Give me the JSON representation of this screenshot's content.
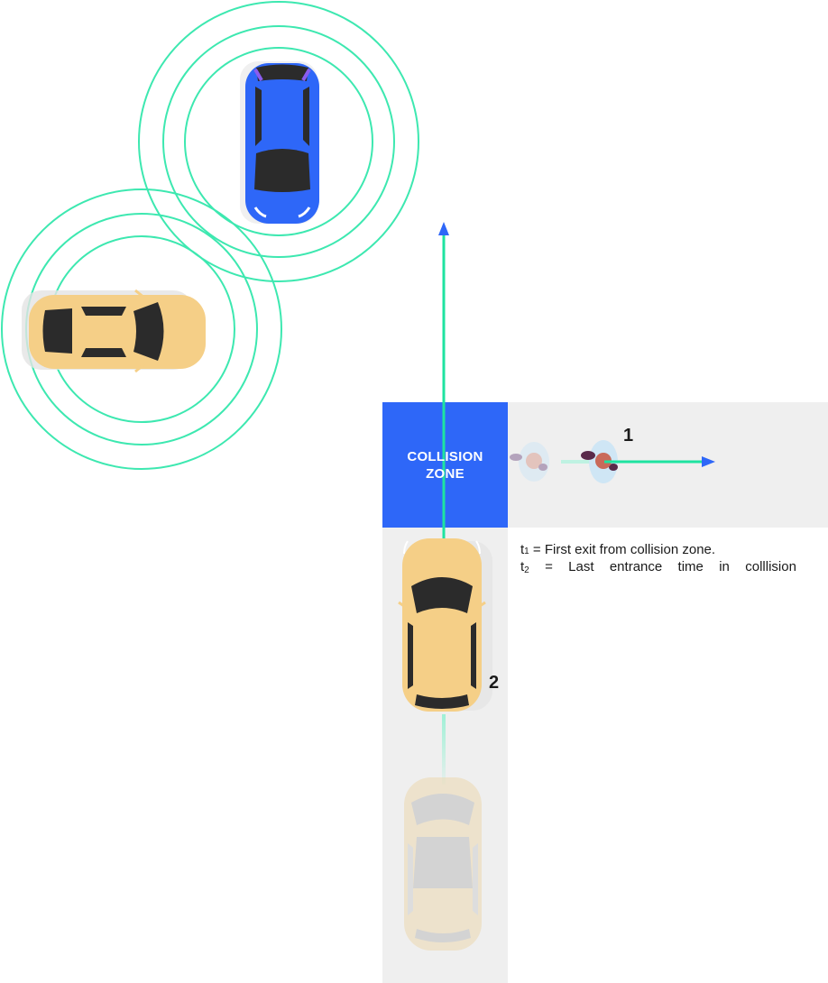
{
  "collision_zone": {
    "label_line1": "COLLISION",
    "label_line2": "ZONE",
    "color": "#2e67f8"
  },
  "agents": {
    "pedestrian_number": "1",
    "car_number": "2"
  },
  "legend": {
    "t1_symbol": "t",
    "t1_sub": "1",
    "t1_text": "= First exit from collision zone.",
    "t2_symbol": "t",
    "t2_sub": "2",
    "t2_words": [
      "=",
      "Last",
      "entrance",
      "time",
      "in",
      "colllision"
    ]
  },
  "colors": {
    "path_arrow": "#1ee3a0",
    "arrow_head": "#2e67f8",
    "sensor_rings": "#3de8b0",
    "yellow_car": "#f5cf87",
    "blue_car": "#2e67f8",
    "road": "#efefef"
  }
}
